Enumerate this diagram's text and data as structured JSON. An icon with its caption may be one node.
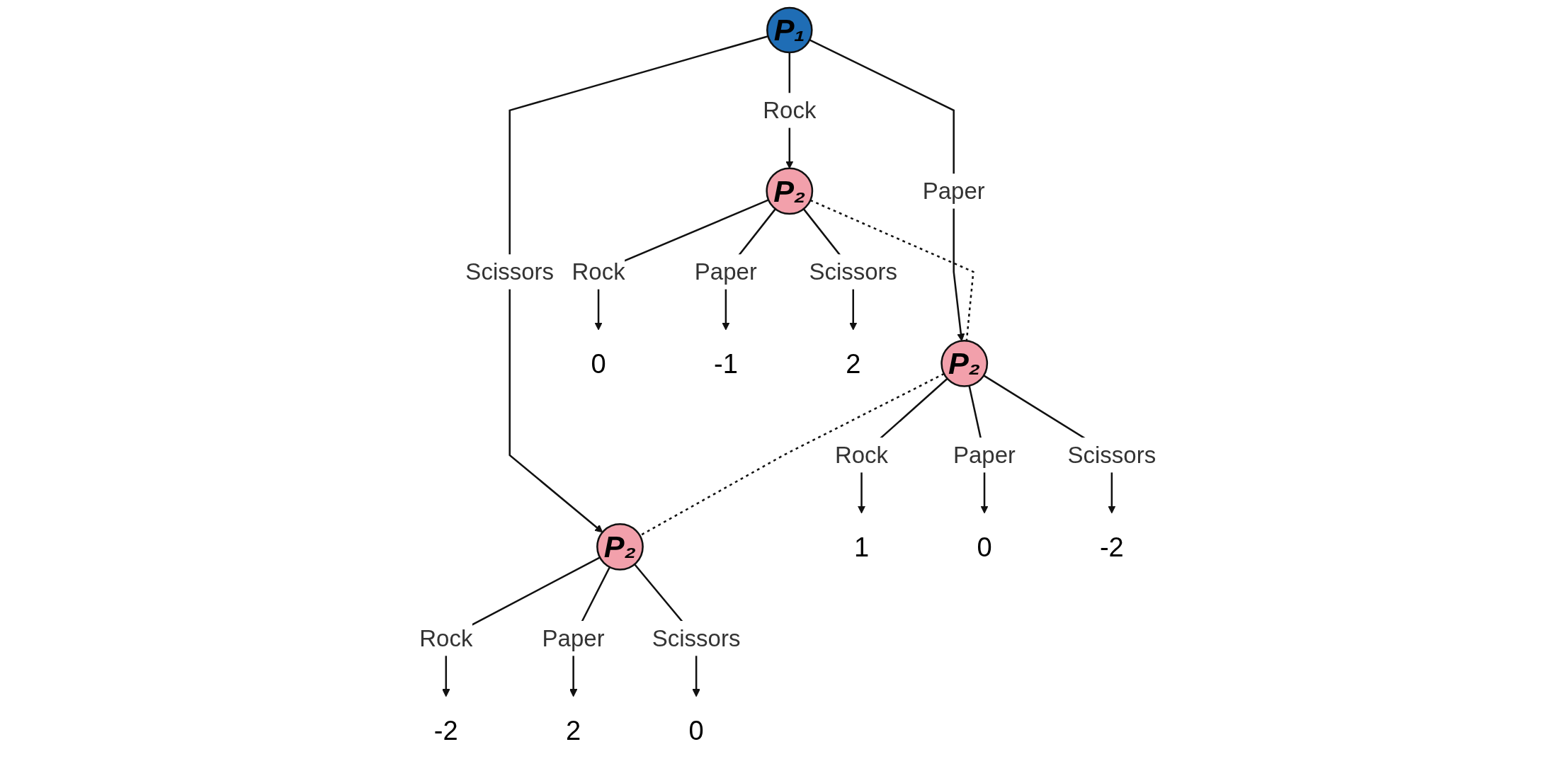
{
  "diagram": {
    "nodes": [
      {
        "text": [
          "P₁"
        ]
      },
      {
        "text": [
          "P₂"
        ]
      },
      {
        "text": [
          "P₂"
        ]
      },
      {
        "text": [
          "P₂"
        ]
      },
      {
        "text": [
          "0"
        ]
      },
      {
        "text": [
          "-1"
        ]
      },
      {
        "text": [
          "2"
        ]
      },
      {
        "text": [
          "1"
        ]
      },
      {
        "text": [
          "0"
        ]
      },
      {
        "text": [
          "-2"
        ]
      },
      {
        "text": [
          "-2"
        ]
      },
      {
        "text": [
          "2"
        ]
      },
      {
        "text": [
          "0"
        ]
      }
    ],
    "edges": [
      {
        "from": 0,
        "to": 1,
        "arrow": "to",
        "label": "Rock"
      },
      {
        "from": 0,
        "to": 2,
        "arrow": "to",
        "label": "Paper"
      },
      {
        "from": 0,
        "to": 3,
        "arrow": "to",
        "label": "Scissors"
      },
      {
        "from": 1,
        "to": 2,
        "arrow": "none",
        "style": "dashed"
      },
      {
        "from": 2,
        "to": 3,
        "arrow": "none",
        "style": "dashed"
      },
      {
        "from": 1,
        "to": 4,
        "arrow": "to",
        "label": "Rock"
      },
      {
        "from": 1,
        "to": 5,
        "arrow": "to",
        "label": "Paper"
      },
      {
        "from": 1,
        "to": 6,
        "arrow": "to",
        "label": "Scissors"
      },
      {
        "from": 2,
        "to": 7,
        "arrow": "to",
        "label": "Rock"
      },
      {
        "from": 2,
        "to": 8,
        "arrow": "to",
        "label": "Paper"
      },
      {
        "from": 2,
        "to": 9,
        "arrow": "to",
        "label": "Scissors"
      },
      {
        "from": 3,
        "to": 10,
        "arrow": "to",
        "label": "Rock"
      },
      {
        "from": 3,
        "to": 11,
        "arrow": "to",
        "label": "Paper"
      },
      {
        "from": 3,
        "to": 12,
        "arrow": "to",
        "label": "Scissors"
      }
    ]
  }
}
